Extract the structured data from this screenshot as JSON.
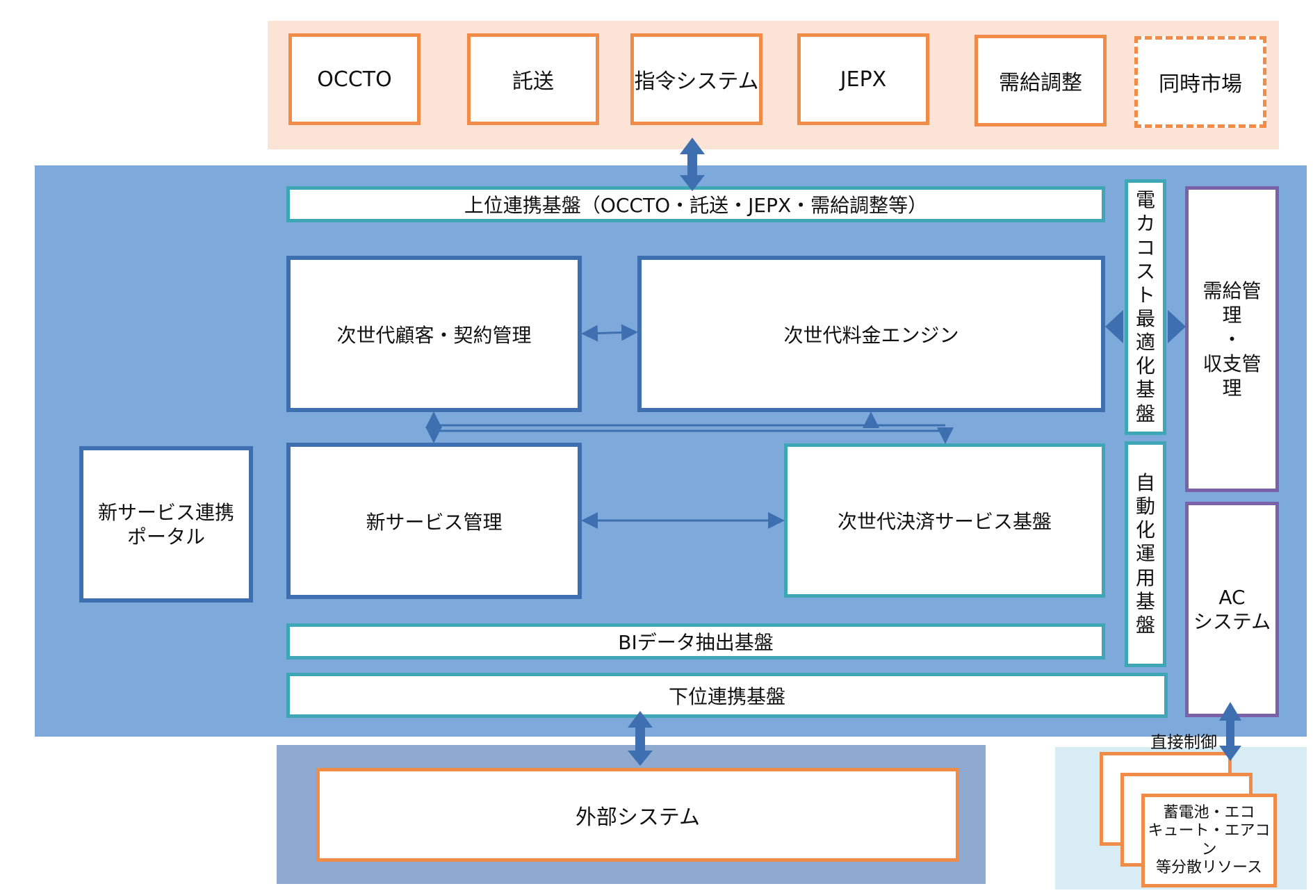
{
  "external_parties": {
    "occto": "OCCTO",
    "takuso": "託送",
    "command_system": "指令システム",
    "jepx": "JEPX",
    "supply_demand": "需給調整",
    "simultaneous_market": "同時市場"
  },
  "core": {
    "upper_integration": "上位連携基盤（OCCTO・託送・JEPX・需給調整等）",
    "customer_contract": "次世代顧客・契約管理",
    "rate_engine": "次世代料金エンジン",
    "new_service_mgmt": "新サービス管理",
    "payment_platform": "次世代決済サービス基盤",
    "bi_extraction": "BIデータ抽出基盤",
    "lower_integration": "下位連携基盤",
    "portal": "新サービス連携\nポータル",
    "cost_optimization": "電\nカ\nコ\nス\nト\n最\n適\n化\n基\n盤",
    "auto_operation": "自\n動\n化\n運\n用\n基\n盤",
    "supply_demand_mgmt": "需給管\n理\n・\n収支管\n理",
    "ac_system": "AC\nシステム"
  },
  "bottom": {
    "external_system": "外部システム",
    "direct_control": "直接制御",
    "distributed_resources": "蓄電池・エコ\nキュート・エアコン\n等分散リソース"
  },
  "colors": {
    "orange": "#f08c48",
    "teal": "#3fa6b6",
    "blue": "#3e6fb0",
    "purple": "#7b62a8",
    "main_region": "#7eaadb"
  }
}
